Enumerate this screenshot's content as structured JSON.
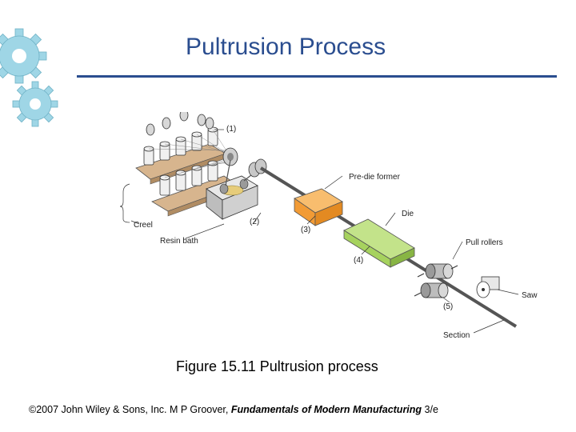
{
  "title": "Pultrusion Process",
  "figure": {
    "labels": {
      "one": "(1)",
      "two": "(2)",
      "three": "(3)",
      "four": "(4)",
      "five": "(5)",
      "creel": "Creel",
      "resin_bath": "Resin bath",
      "pre_die_former": "Pre-die former",
      "die": "Die",
      "pull_rollers": "Pull rollers",
      "saw": "Saw",
      "section": "Section"
    }
  },
  "caption": "Figure 15.11  Pultrusion process",
  "footer": {
    "prefix": "©2007 John Wiley & Sons, Inc.  M P Groover, ",
    "book": "Fundamentals of Modern Manufacturing",
    "suffix": " 3/e"
  },
  "colors": {
    "title": "#2a4d8f",
    "gear": "#9fd6e6",
    "former": "#f5a442",
    "die": "#a6d25e",
    "creel_board": "#d7b58e"
  }
}
